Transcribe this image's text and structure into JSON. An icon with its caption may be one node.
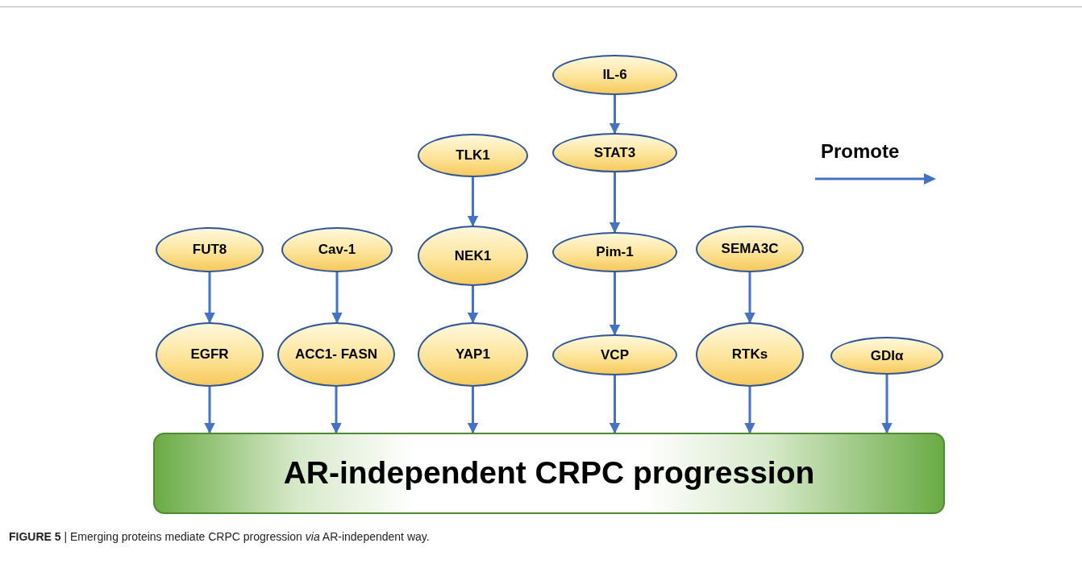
{
  "diagram": {
    "caption": "**FIGURE 5** | Emerging proteins mediate CRPC progression *via* AR-independent way.",
    "nodes": [
      {
        "text": [
          "IL-6"
        ]
      },
      {
        "text": [
          "TLK1"
        ]
      },
      {
        "text": [
          "STAT3"
        ]
      },
      {
        "text": [
          "FUT8"
        ]
      },
      {
        "text": [
          "Cav-1"
        ]
      },
      {
        "text": [
          "NEK1"
        ]
      },
      {
        "text": [
          "Pim-1"
        ]
      },
      {
        "text": [
          "SEMA3C"
        ]
      },
      {
        "text": [
          "EGFR"
        ]
      },
      {
        "text": [
          "ACC1- FASN"
        ]
      },
      {
        "text": [
          "YAP1"
        ]
      },
      {
        "text": [
          "VCP"
        ]
      },
      {
        "text": [
          "RTKs"
        ]
      },
      {
        "text": [
          "GDIα"
        ]
      },
      {
        "text": [
          "AR-independent CRPC progression"
        ]
      }
    ],
    "edges": [
      {
        "from": 0,
        "to": 2,
        "arrow": "to"
      },
      {
        "from": 1,
        "to": 5,
        "arrow": "to"
      },
      {
        "from": 2,
        "to": 6,
        "arrow": "to"
      },
      {
        "from": 3,
        "to": 8,
        "arrow": "to"
      },
      {
        "from": 4,
        "to": 9,
        "arrow": "to"
      },
      {
        "from": 5,
        "to": 10,
        "arrow": "to"
      },
      {
        "from": 6,
        "to": 11,
        "arrow": "to"
      },
      {
        "from": 7,
        "to": 12,
        "arrow": "to"
      },
      {
        "from": 8,
        "to": 14,
        "arrow": "to"
      },
      {
        "from": 9,
        "to": 14,
        "arrow": "to"
      },
      {
        "from": 10,
        "to": 14,
        "arrow": "to"
      },
      {
        "from": 11,
        "to": 14,
        "arrow": "to"
      },
      {
        "from": 12,
        "to": 14,
        "arrow": "to"
      },
      {
        "from": 13,
        "to": 14,
        "arrow": "to"
      }
    ],
    "legend": [
      {
        "text": "Promote"
      }
    ]
  }
}
